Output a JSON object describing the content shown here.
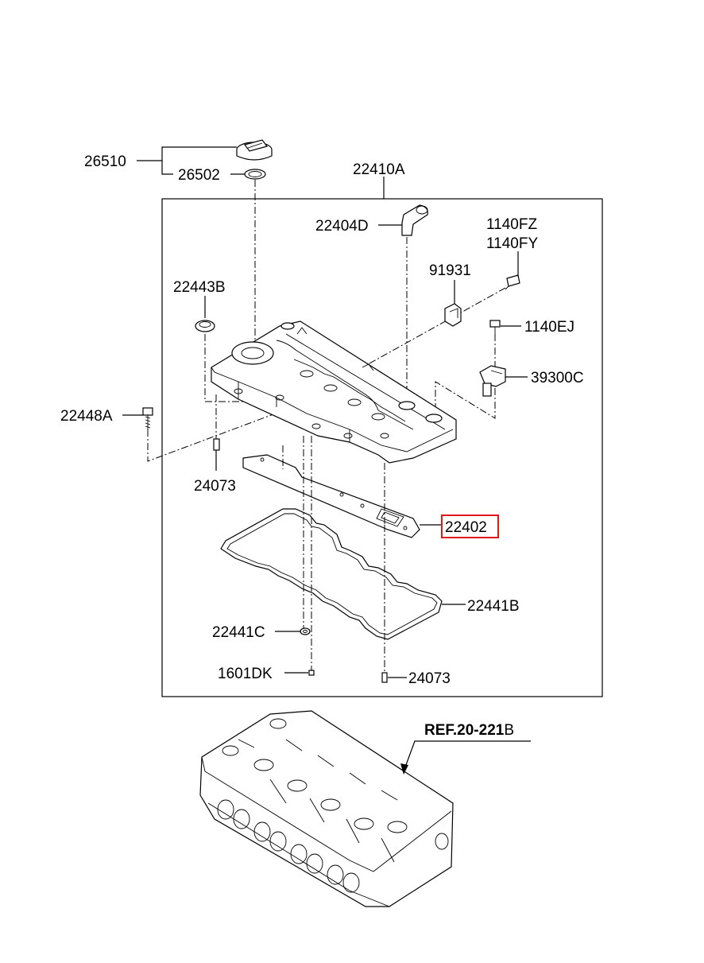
{
  "diagram": {
    "labels": {
      "p26510": "26510",
      "p26502": "26502",
      "p22410A": "22410A",
      "p22404D": "22404D",
      "p1140FZ": "1140FZ",
      "p1140FY": "1140FY",
      "p91931": "91931",
      "p22443B": "22443B",
      "p1140EJ": "1140EJ",
      "p39300C": "39300C",
      "p22448A": "22448A",
      "p24073_top": "24073",
      "p22402": "22402",
      "p22441B": "22441B",
      "p22441C": "22441C",
      "p1601DK": "1601DK",
      "p24073_bottom": "24073",
      "ref_bold": "REF.20-221",
      "ref_suffix": "B"
    },
    "highlight": {
      "label": "22402",
      "color": "#e0191b"
    }
  }
}
